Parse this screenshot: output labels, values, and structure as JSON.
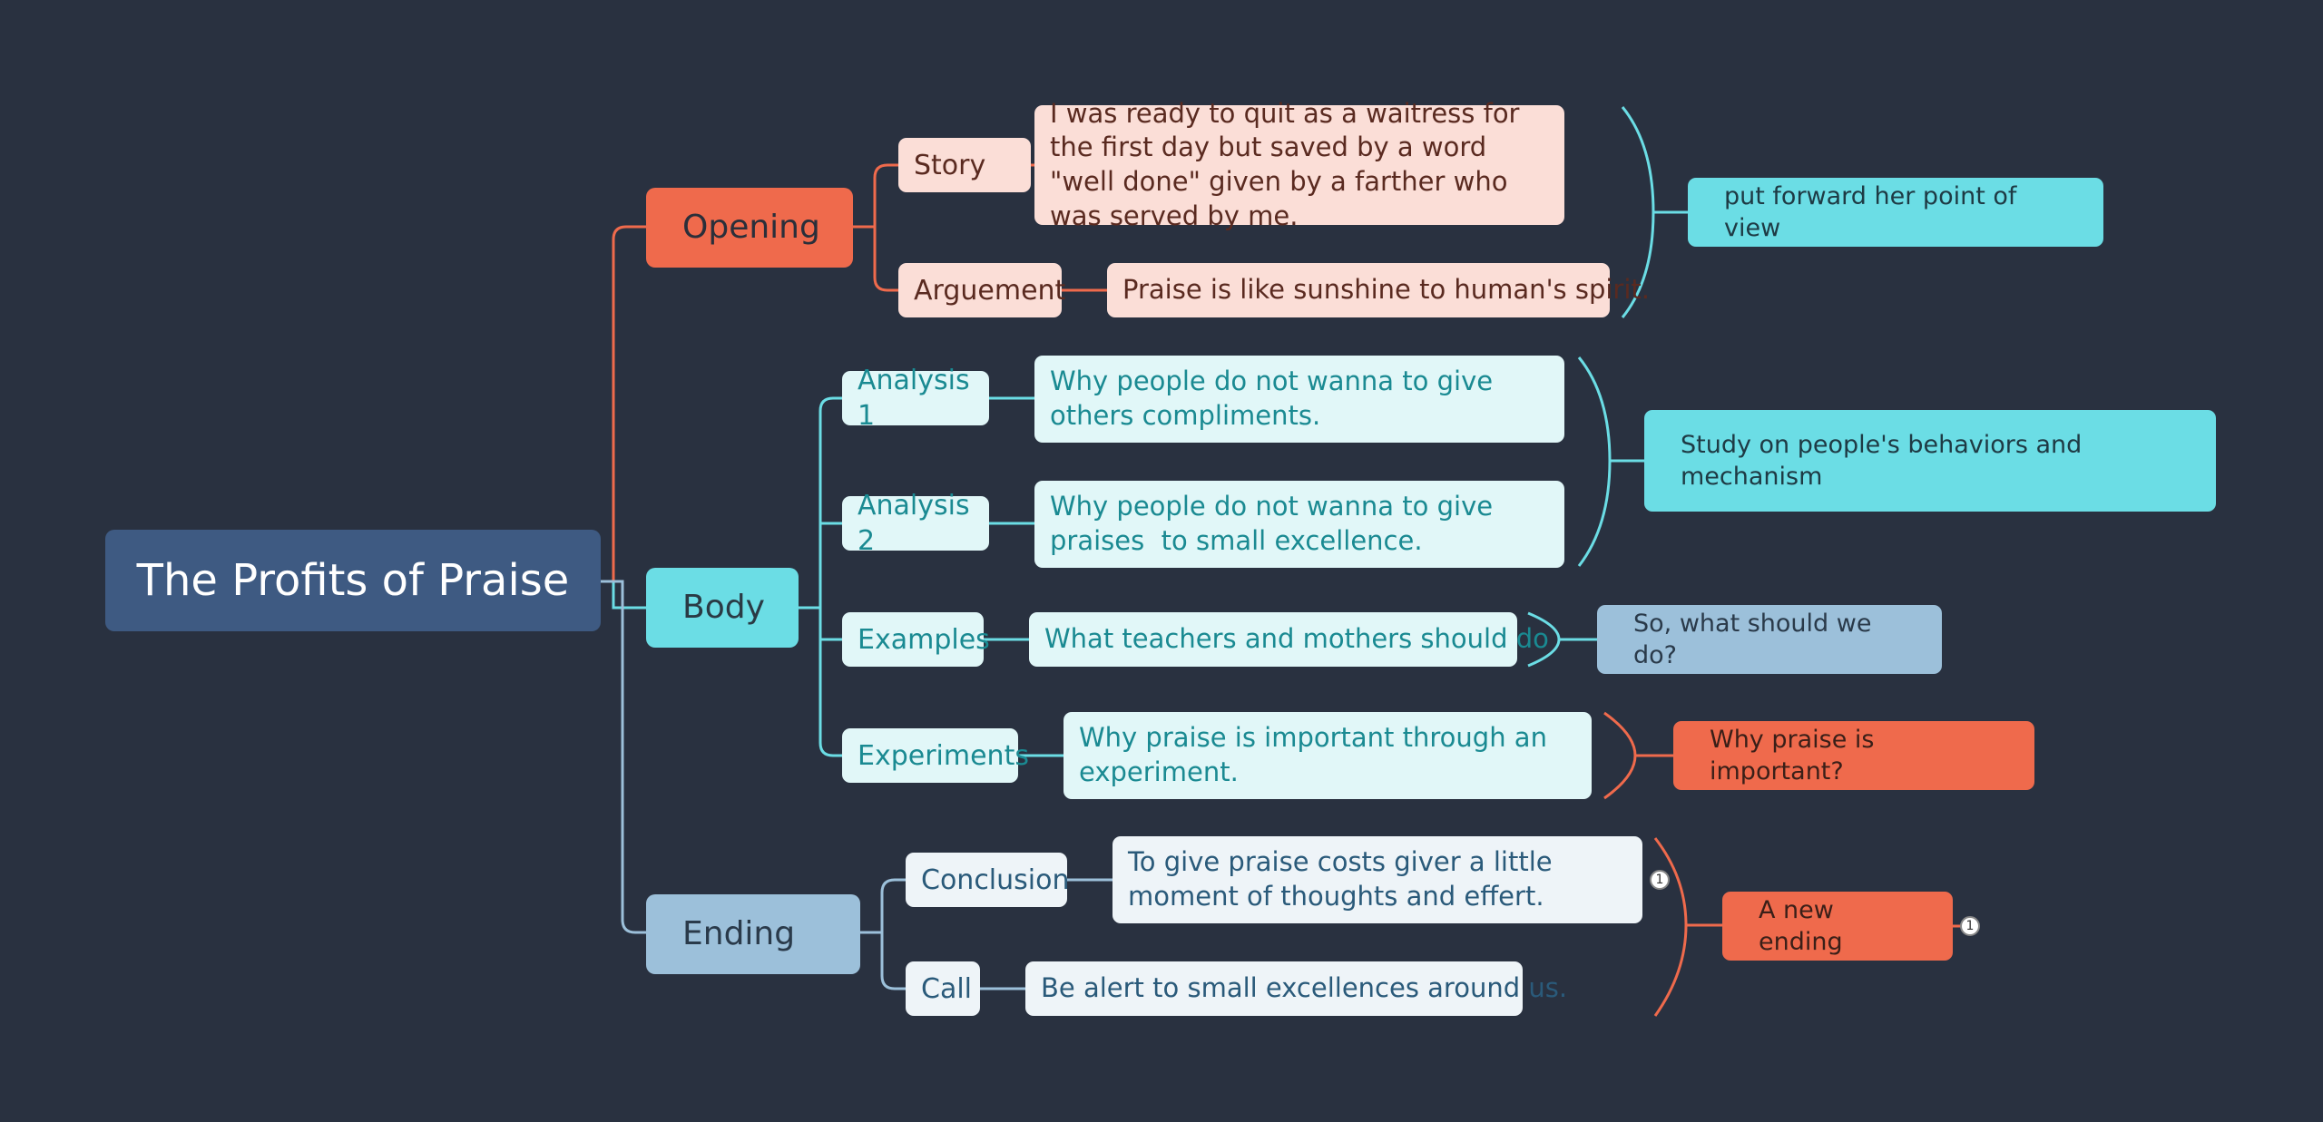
{
  "root": {
    "title": "The Profits of Praise"
  },
  "branches": {
    "opening": {
      "label": "Opening",
      "story": {
        "label": "Story",
        "text": "I was ready to quit as a waitress for the first day but saved by a word \"well done\" given by a farther who was served by me."
      },
      "arguement": {
        "label": "Arguement",
        "text": "Praise is like sunshine to human's spirit."
      },
      "summary": "put forward her point of view"
    },
    "body": {
      "label": "Body",
      "analysis1": {
        "label": "Analysis 1",
        "text": "Why people do not wanna to give others compliments."
      },
      "analysis2": {
        "label": "Analysis 2",
        "text": "Why people do not wanna to give praises  to small excellence."
      },
      "analysis_summary": "Study on people's behaviors and mechanism",
      "examples": {
        "label": "Examples",
        "text": "What teachers and mothers should do",
        "summary": "So, what should we do?"
      },
      "experiments": {
        "label": "Experiments",
        "text": "Why praise is important through an experiment.",
        "summary": "Why praise is important?"
      }
    },
    "ending": {
      "label": "Ending",
      "conclusion": {
        "label": "Conclusion",
        "text": "To give praise costs giver a little moment of thoughts and effert.",
        "badge": "1"
      },
      "call": {
        "label": "Call",
        "text": "Be alert to small excellences around us."
      },
      "summary": "A new ending",
      "summary_badge": "1"
    }
  },
  "colors": {
    "background": "#293140",
    "opening": "#ef6a4c",
    "body": "#6bdde5",
    "ending": "#9cc0da",
    "root": "#3e5a82"
  }
}
